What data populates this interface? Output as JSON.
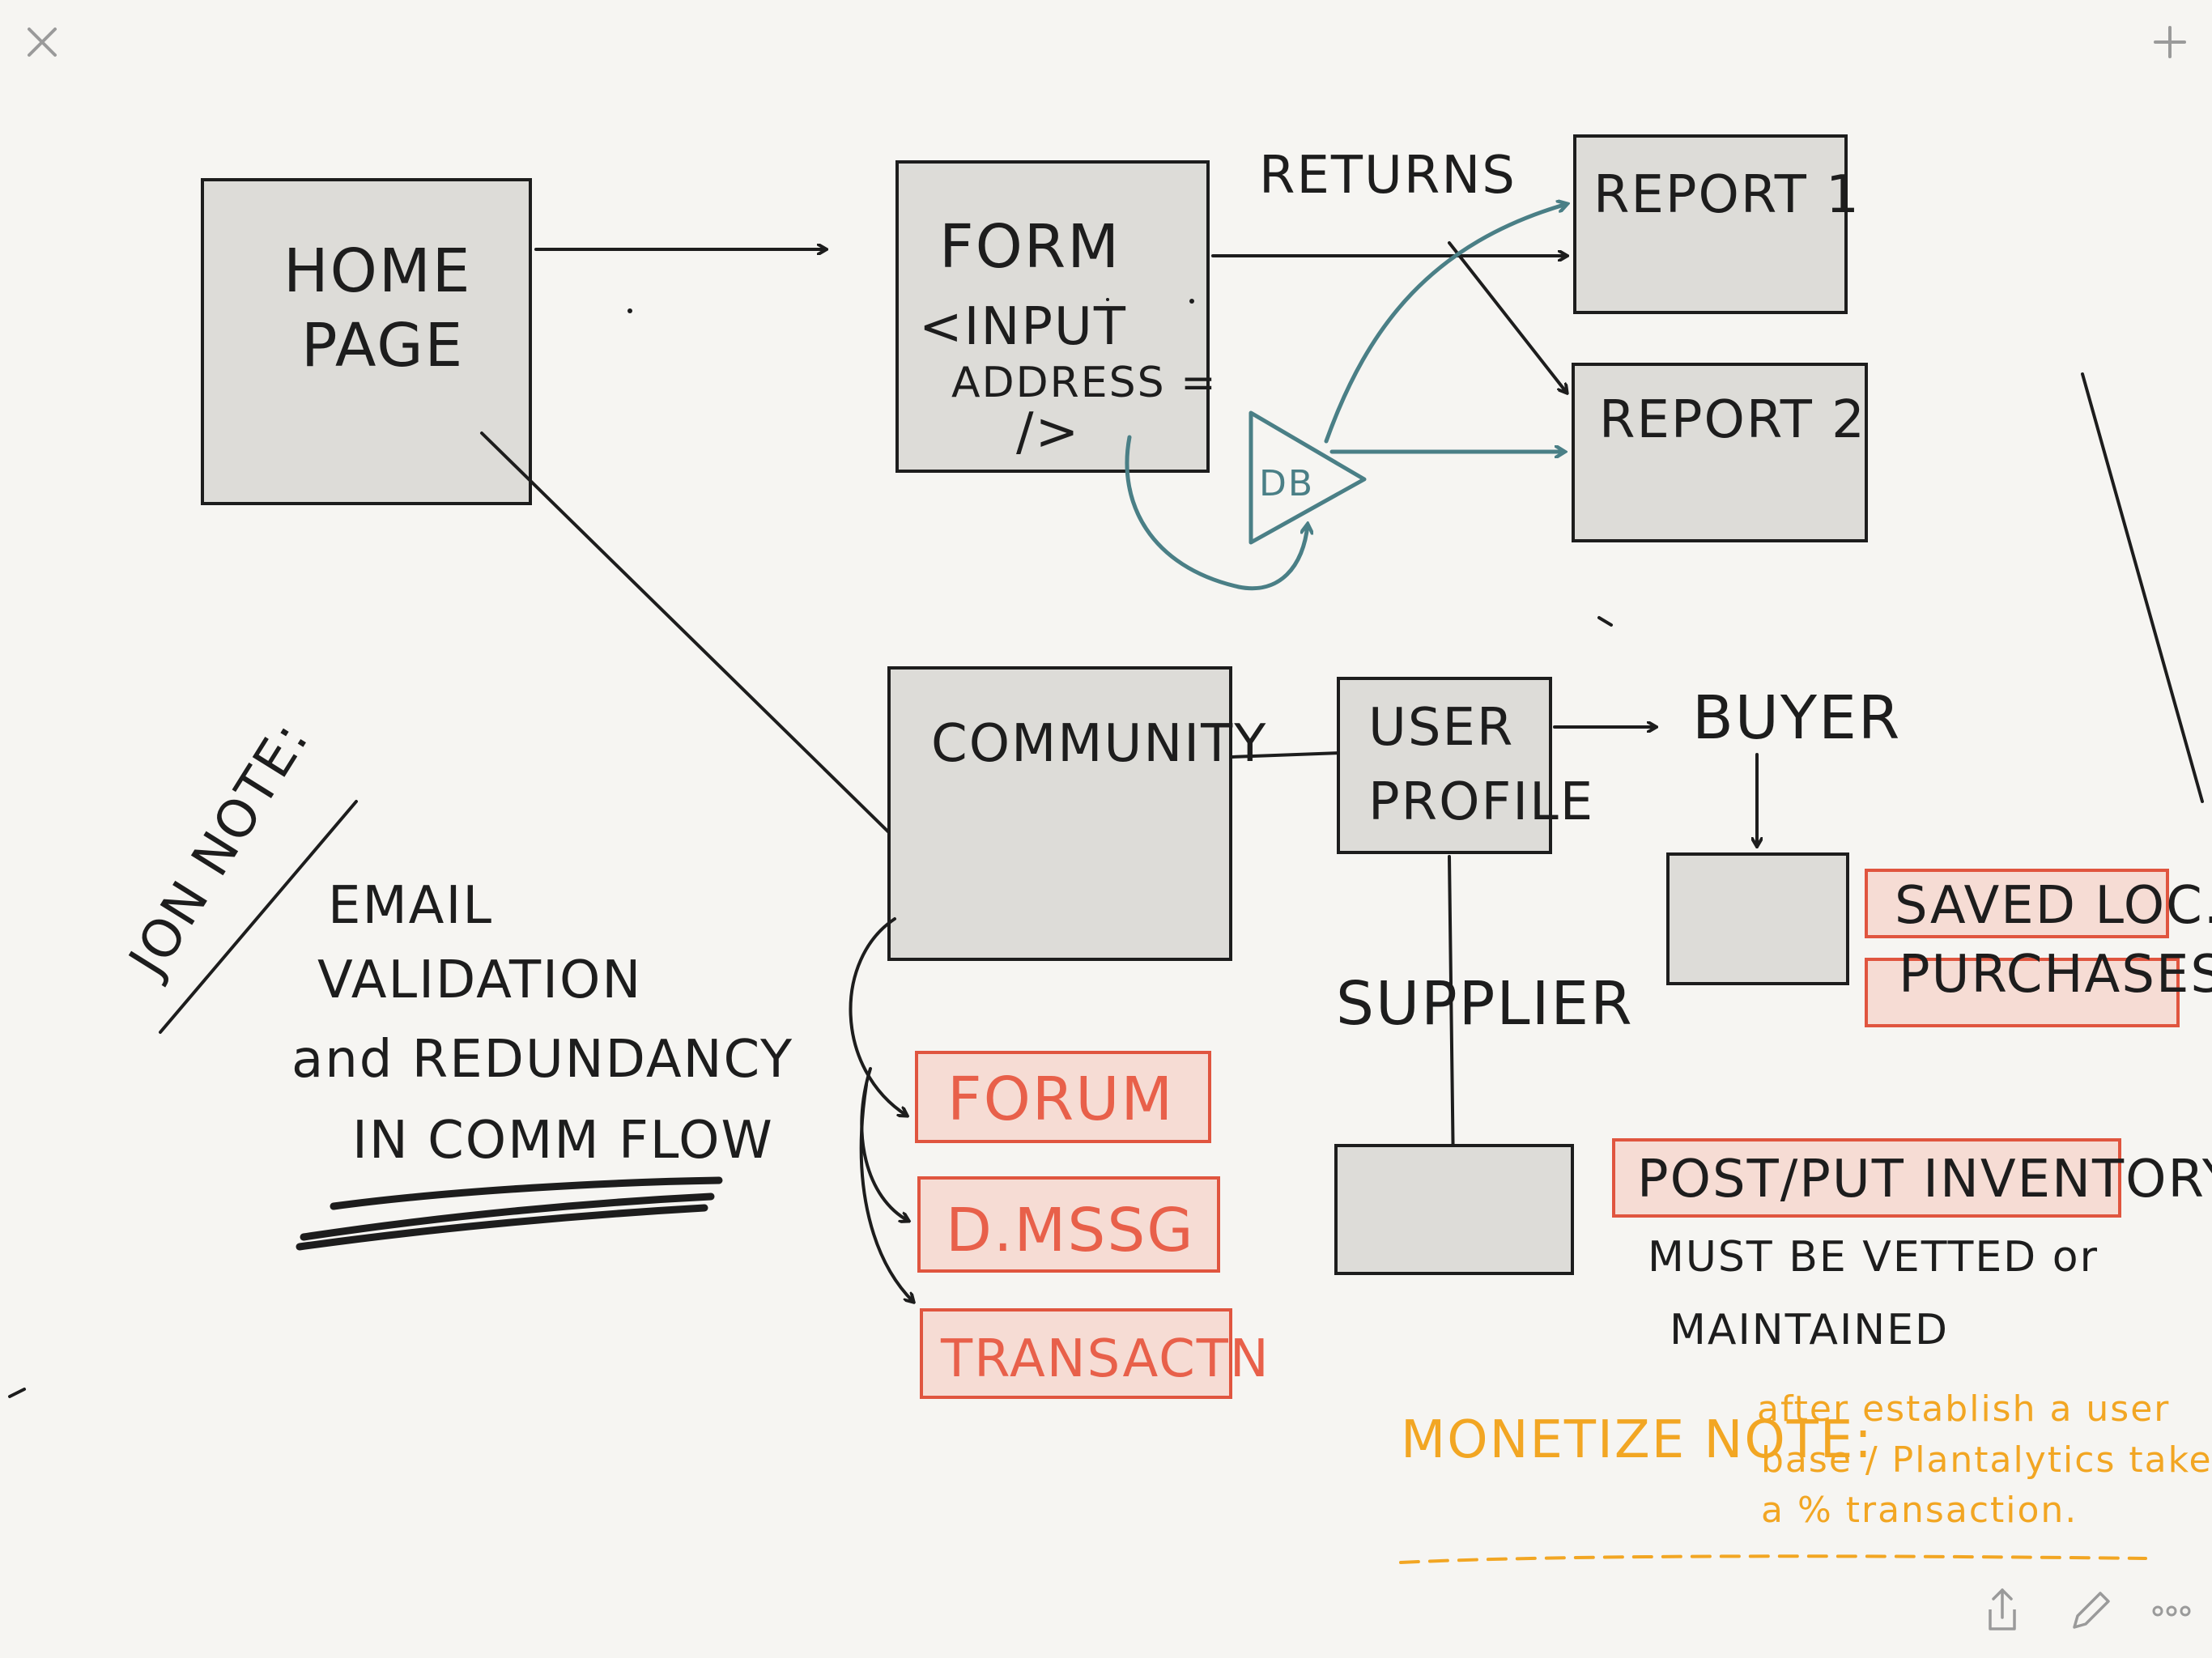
{
  "toolbar": {
    "close_icon": "close-icon",
    "add_icon": "plus-icon",
    "share_icon": "share-icon",
    "edit_icon": "pencil-icon",
    "more_icon": "more-icon"
  },
  "colors": {
    "ink": "#1d1d1d",
    "box_fill": "#dddcd8",
    "red": "#e0553f",
    "red_fill": "#f6dcd4",
    "teal": "#4a7f86",
    "orange": "#f2a623",
    "paper": "#f6f5f2"
  },
  "sketch": {
    "home_page": {
      "line1": "HOME",
      "line2": "PAGE"
    },
    "form": {
      "title": "FORM",
      "line1": "<INPUT",
      "line2": "ADDRESS =",
      "line3": "/>"
    },
    "returns_label": "RETURNS",
    "report1": "REPORT 1",
    "report2": "REPORT 2",
    "db_label": "DB",
    "community": "COMMUNITY",
    "user_profile": {
      "line1": "USER",
      "line2": "PROFILE"
    },
    "buyer_label": "BUYER",
    "supplier_label": "SUPPLIER",
    "saved_loc": "SAVED LOC.",
    "purchases": "PURCHASES",
    "forum": "FORUM",
    "dmssg": "D.MSSG",
    "transaction": "TRANSACTN",
    "post_put": "POST/PUT INVENTORY",
    "vetted": {
      "line1": "MUST BE VETTED or",
      "line2": "MAINTAINED"
    },
    "jon_note": {
      "label": "JON NOTE:",
      "line1": "EMAIL",
      "line2": "VALIDATION",
      "line3": "and REDUNDANCY",
      "line4": "IN COMM FLOW"
    },
    "monetize": {
      "label": "MONETIZE NOTE:",
      "line1": "after establish a user",
      "line2": "base / Plantalytics takes",
      "line3": "a % transaction."
    }
  }
}
